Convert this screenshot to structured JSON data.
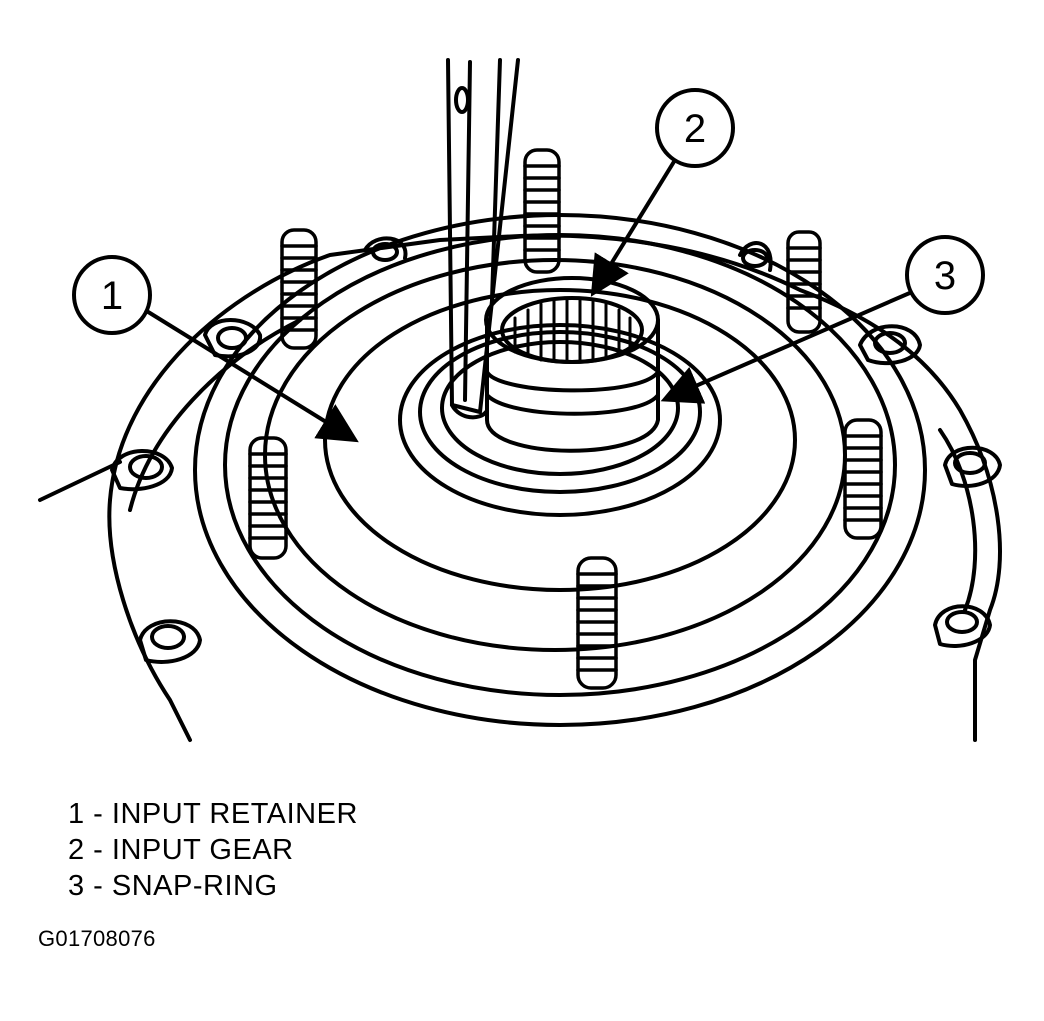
{
  "callouts": [
    {
      "number": "1",
      "label": "INPUT RETAINER"
    },
    {
      "number": "2",
      "label": "INPUT GEAR"
    },
    {
      "number": "3",
      "label": "SNAP-RING"
    }
  ],
  "legend": [
    "1 - INPUT RETAINER",
    "2 - INPUT GEAR",
    "3 - SNAP-RING"
  ],
  "figure_code": "G01708076",
  "colors": {
    "ink": "#000000",
    "paper": "#ffffff"
  }
}
